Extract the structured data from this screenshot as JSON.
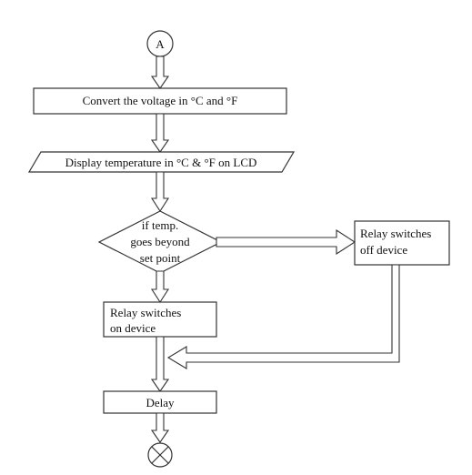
{
  "connector_start": "A",
  "steps": {
    "convert": "Convert the voltage in °C and °F",
    "display": "Display temperature in °C & °F on LCD",
    "decision": [
      "if temp.",
      "goes beyond",
      "set point"
    ],
    "relay_off": [
      "Relay switches",
      "off device"
    ],
    "relay_on": [
      "Relay switches",
      "on device"
    ],
    "delay": "Delay"
  },
  "colors": {
    "stroke": "#333333",
    "fill": "#ffffff",
    "text": "#111111"
  },
  "icons": {
    "end": "x-circle-icon"
  }
}
